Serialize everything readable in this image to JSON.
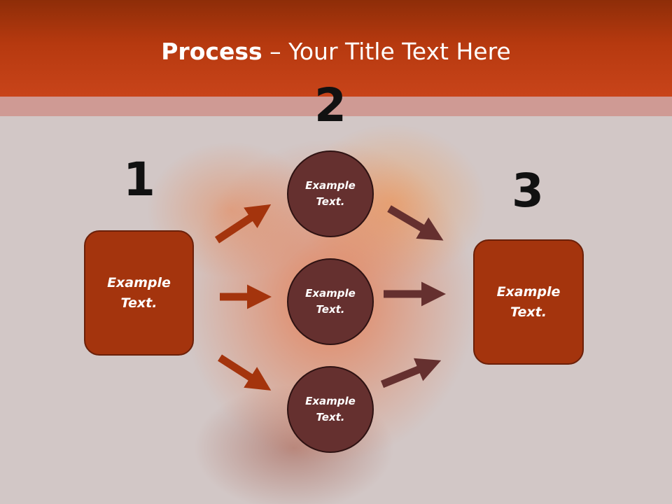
{
  "slide": {
    "title_bold": "Process",
    "title_rest": " – Your Title Text Here"
  },
  "steps": {
    "step1": {
      "number": "1",
      "text": "Example\nText."
    },
    "step2": {
      "number": "2",
      "circles": [
        {
          "text": "Example\nText."
        },
        {
          "text": "Example\nText."
        },
        {
          "text": "Example\nText."
        }
      ]
    },
    "step3": {
      "number": "3",
      "text": "Example\nText."
    }
  },
  "colors": {
    "header": "#b6390f",
    "box_fill": "#a4340d",
    "circle_fill": "#65302f",
    "arrow_left": "#a4340d",
    "arrow_right": "#65302f"
  }
}
